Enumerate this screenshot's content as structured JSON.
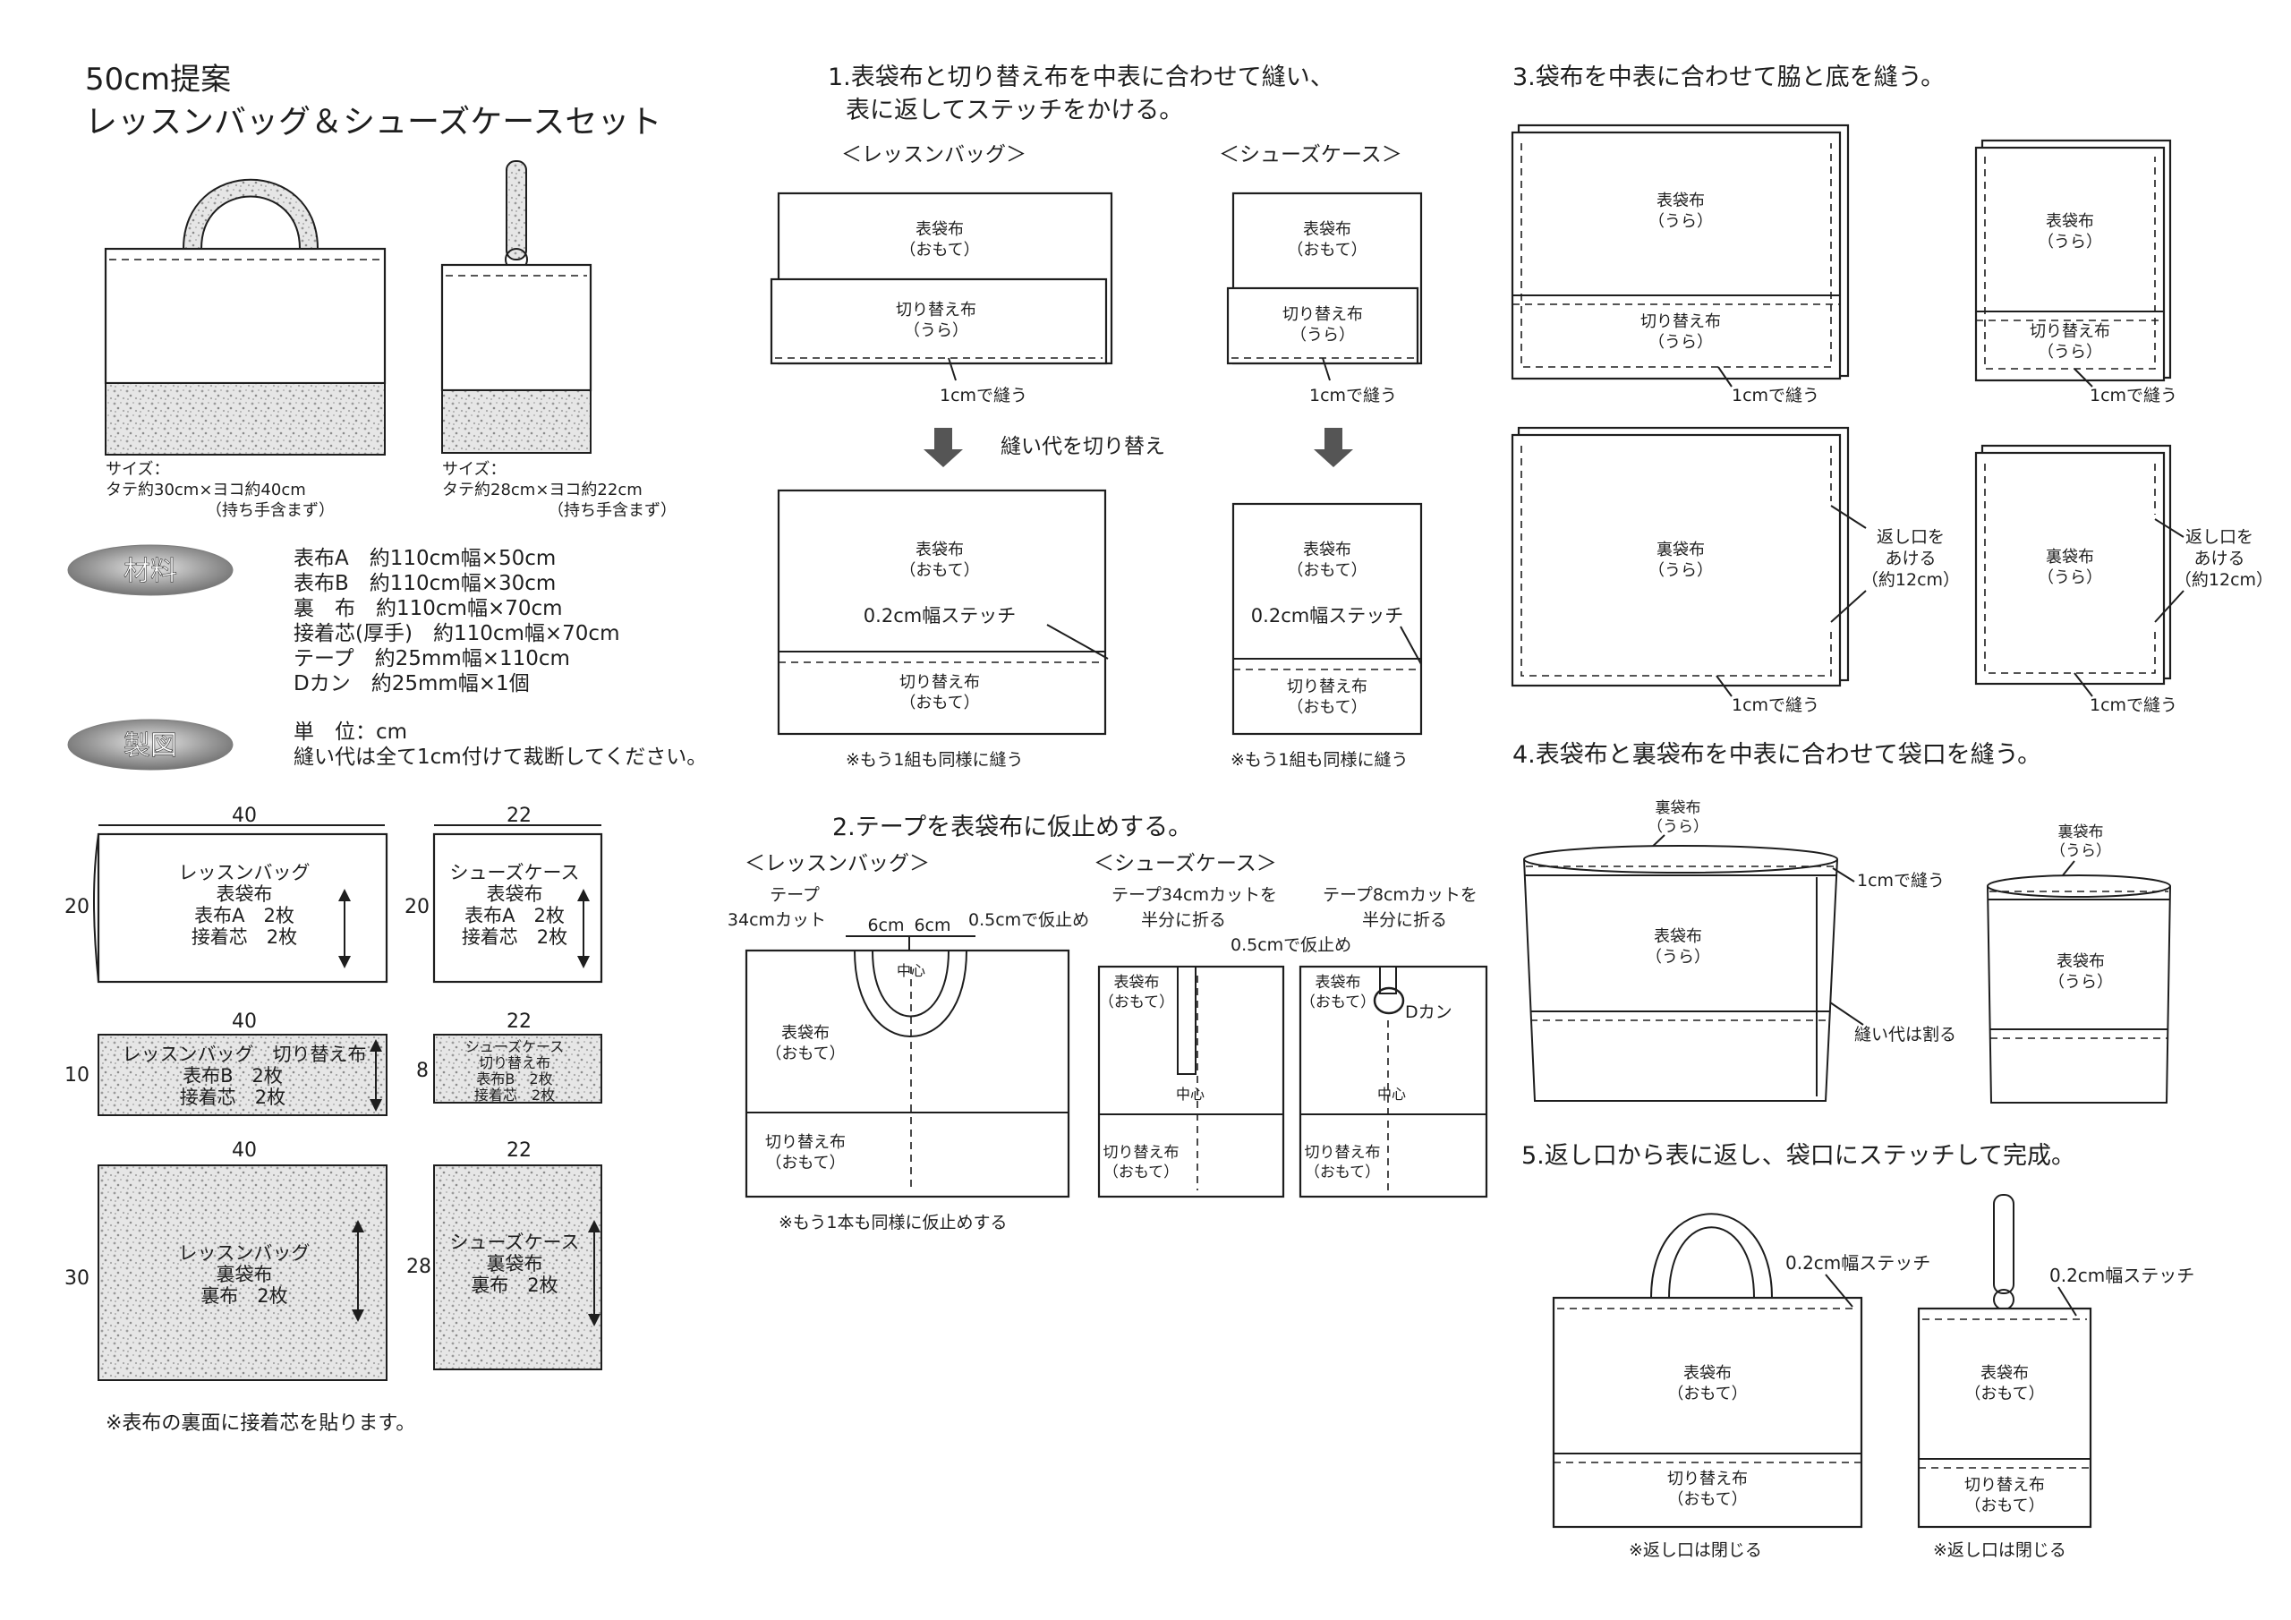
{
  "colors": {
    "ink": "#1e1e1e",
    "paper": "#ffffff",
    "speckle": "#bdbdbd",
    "badge": "#7d7d7d"
  },
  "header": {
    "title1": "50cm提案",
    "title2": "レッスンバッグ＆シューズケースセット",
    "size_lesson": [
      "サイズ：",
      "タテ約30cm×ヨコ約40cm",
      "（持ち手含まず）"
    ],
    "size_shoes": [
      "サイズ：",
      "タテ約28cm×ヨコ約22cm",
      "（持ち手含まず）"
    ]
  },
  "materials": {
    "badge": "材料",
    "lines": [
      "表布A　約110cm幅×50cm",
      "表布B　約110cm幅×30cm",
      "裏　布　約110cm幅×70cm",
      "接着芯(厚手)　約110cm幅×70cm",
      "テープ　約25mm幅×110cm",
      "Dカン　約25mm幅×1個"
    ]
  },
  "drafting": {
    "badge": "製図",
    "lines": [
      "単　位：cm",
      "縫い代は全て1cm付けて裁断してください。"
    ]
  },
  "pattern": {
    "pieces": [
      {
        "w": "40",
        "h": "20",
        "lines": [
          "レッスンバッグ",
          "表袋布",
          "表布A　2枚",
          "接着芯　2枚"
        ]
      },
      {
        "w": "22",
        "h": "20",
        "lines": [
          "シューズケース",
          "表袋布",
          "表布A　2枚",
          "接着芯　2枚"
        ]
      },
      {
        "w": "40",
        "h": "10",
        "lines": [
          "レッスンバッグ　切り替え布",
          "表布B　2枚",
          "接着芯　2枚"
        ]
      },
      {
        "w": "22",
        "h": "8",
        "lines": [
          "シューズケース",
          "切り替え布",
          "表布B　2枚",
          "接着芯　2枚"
        ]
      },
      {
        "w": "40",
        "h": "30",
        "lines": [
          "レッスンバッグ",
          "裏袋布",
          "裏布　2枚"
        ]
      },
      {
        "w": "22",
        "h": "28",
        "lines": [
          "シューズケース",
          "裏袋布",
          "裏布　2枚"
        ]
      }
    ],
    "note": "※表布の裏面に接着芯を貼ります。"
  },
  "labels": {
    "omote_front": "表袋布",
    "omote": "（おもて）",
    "ura": "（うら）",
    "kirikae": "切り替え布",
    "ura_front": "裏袋布",
    "sew1": "1cmで縫う",
    "stitch02": "0.2cm幅ステッチ",
    "lesson": "＜レッスンバッグ＞",
    "shoes": "＜シューズケース＞",
    "center": "中心"
  },
  "step1": {
    "title1": "1.表袋布と切り替え布を中表に合わせて縫い、",
    "title2": "表に返してステッチをかける。",
    "arrow": "縫い代を切り替え",
    "note": "※もう1組も同様に縫う"
  },
  "step2": {
    "title": "2.テープを表袋布に仮止めする。",
    "tape1": "テープ",
    "tape2": "34cmカット",
    "w6a": "6cm",
    "w6b": "6cm",
    "tack": "0.5cmで仮止め",
    "s_tape34a": "テープ34cmカットを",
    "s_tape34b": "半分に折る",
    "s_tape8a": "テープ8cmカットを",
    "s_tape8b": "半分に折る",
    "dring": "Dカン",
    "note": "※もう1本も同様に仮止めする"
  },
  "step3": {
    "title": "3.袋布を中表に合わせて脇と底を縫う。",
    "open1": "返し口を",
    "open2": "あける",
    "open3": "（約12cm）"
  },
  "step4": {
    "title": "4.表袋布と裏袋布を中表に合わせて袋口を縫う。",
    "split": "縫い代は割る"
  },
  "step5": {
    "title": "5.返し口から表に返し、袋口にステッチして完成。",
    "closed": "※返し口は閉じる"
  }
}
